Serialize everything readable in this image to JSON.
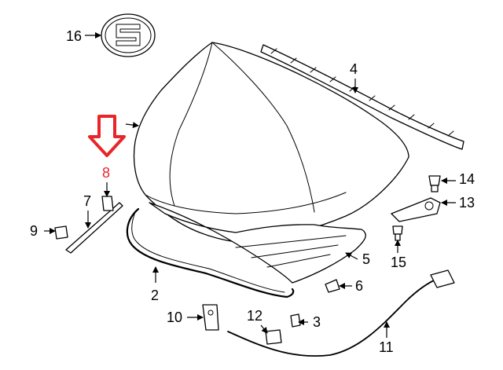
{
  "callouts": {
    "c1": "2",
    "c2": "3",
    "c3": "4",
    "c4": "5",
    "c5": "6",
    "c6": "7",
    "c7": "8",
    "c8": "9",
    "c9": "10",
    "c10": "11",
    "c11": "12",
    "c12": "13",
    "c13": "14",
    "c14": "15",
    "c15": "16"
  },
  "colors": {
    "highlight_arrow": "#e8262a",
    "line": "#000000",
    "background": "#ffffff"
  }
}
